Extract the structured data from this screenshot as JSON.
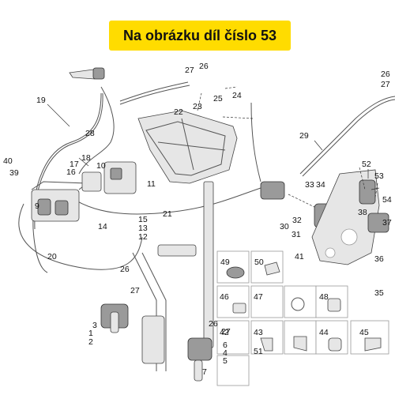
{
  "banner": {
    "text": "Na obrázku díl číslo 53"
  },
  "callouts": [
    "1",
    "2",
    "3",
    "4",
    "5",
    "6",
    "7",
    "9",
    "10",
    "11",
    "12",
    "13",
    "14",
    "15",
    "16",
    "17",
    "18",
    "19",
    "20",
    "21",
    "22",
    "23",
    "24",
    "25",
    "26",
    "26",
    "26",
    "26",
    "27",
    "27",
    "27",
    "27",
    "28",
    "29",
    "30",
    "31",
    "32",
    "33",
    "34",
    "35",
    "36",
    "37",
    "38",
    "39",
    "40",
    "41",
    "42",
    "43",
    "44",
    "45",
    "46",
    "47",
    "48",
    "49",
    "50",
    "51",
    "52",
    "53",
    "54"
  ]
}
